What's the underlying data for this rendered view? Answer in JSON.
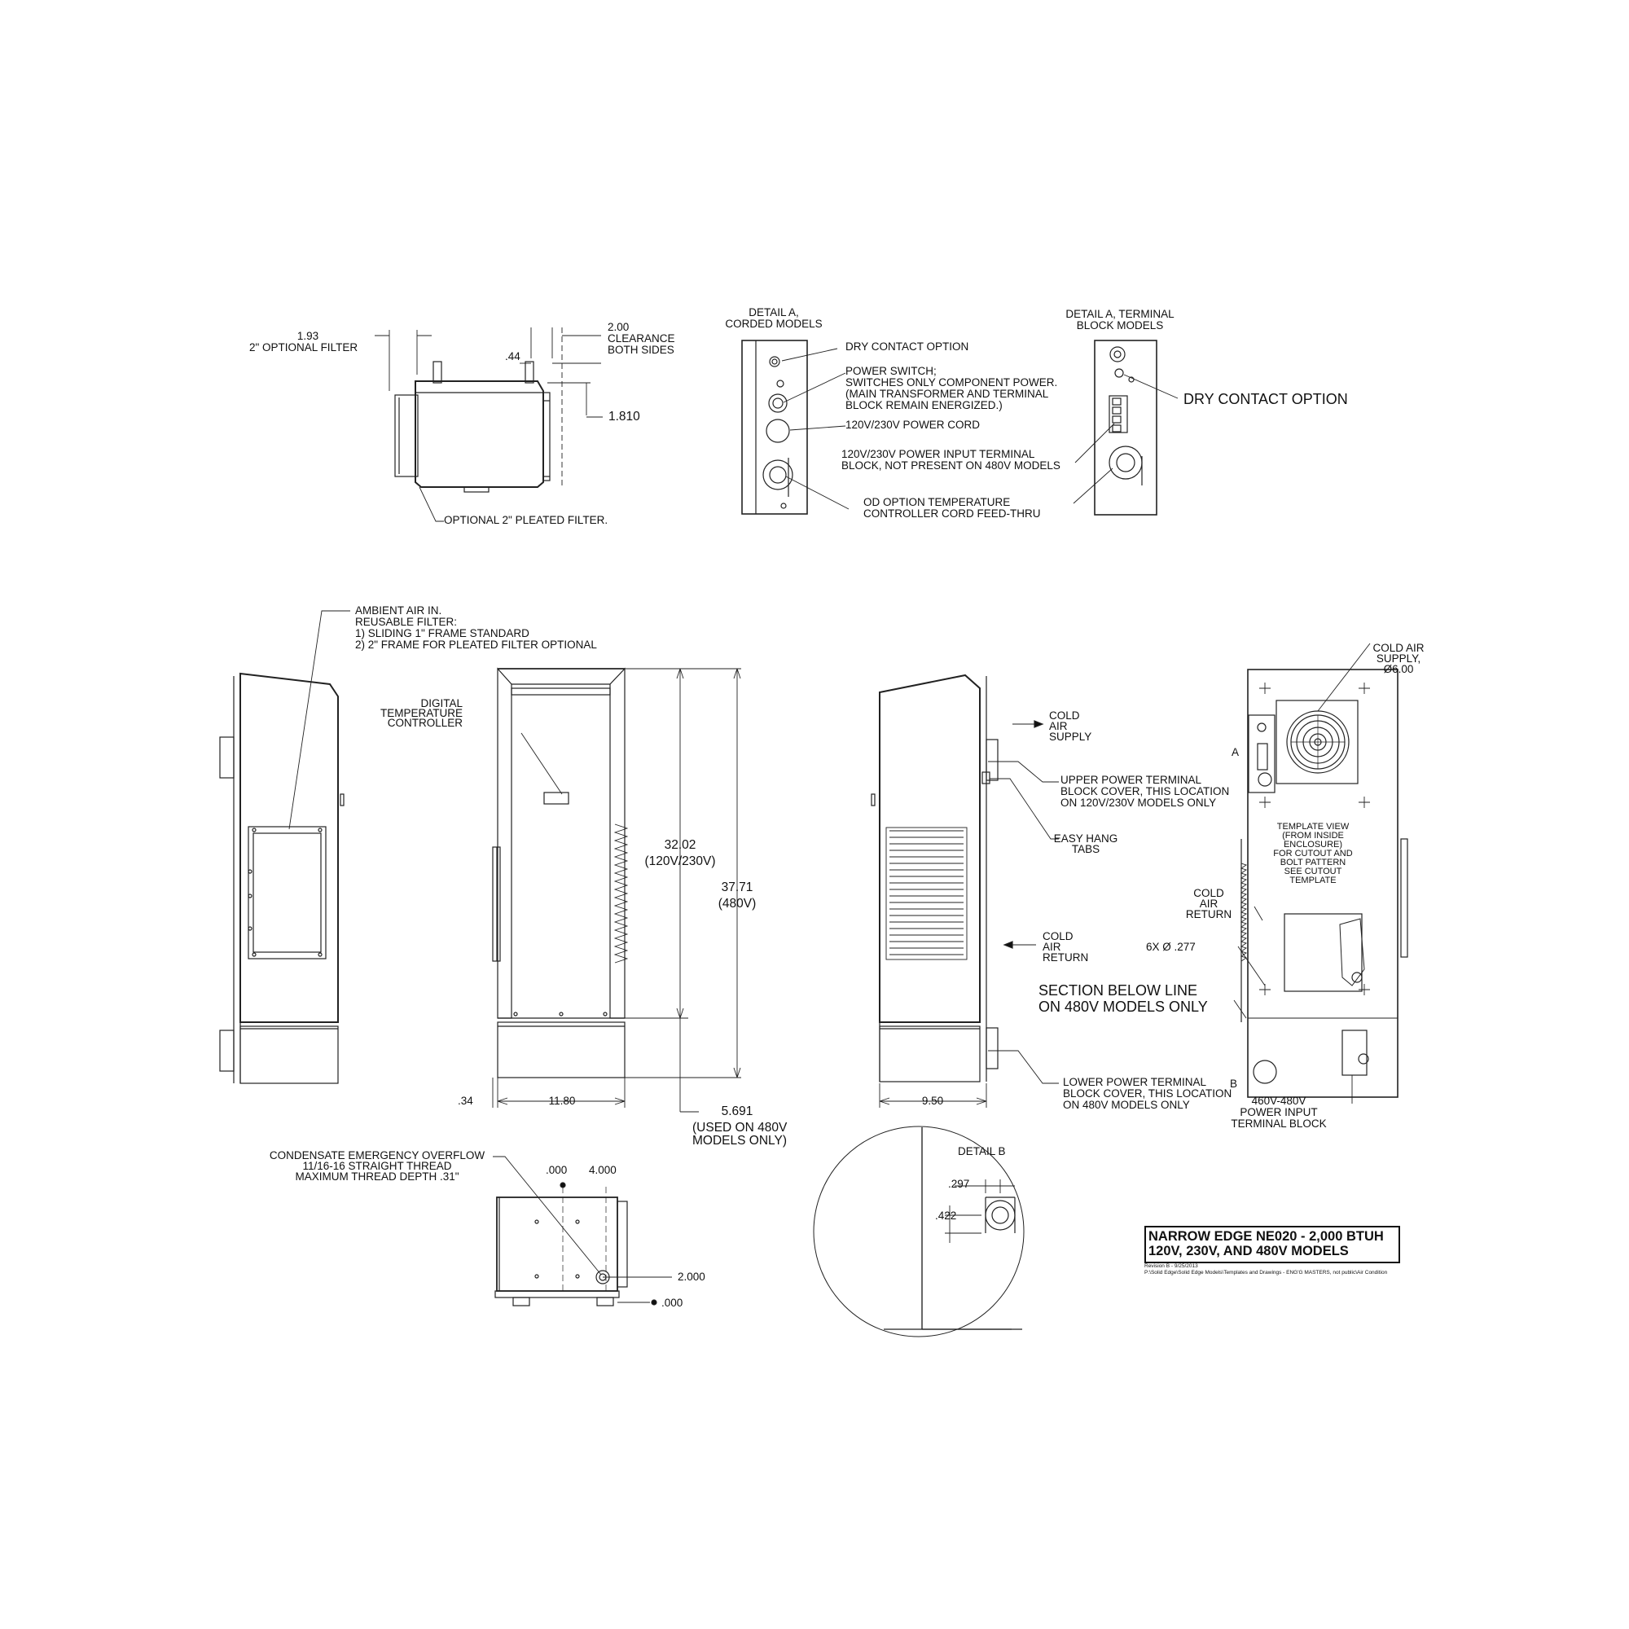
{
  "title_block": {
    "title_line1": "NARROW EDGE NE020 - 2,000 BTUH",
    "title_line2": "120V, 230V, AND 480V MODELS",
    "revision": "Revision B - 9/25/2013",
    "path": "P:\\Solid Edge\\Solid Edge Models\\Templates and Drawings - ENG'G MASTERS, not public\\Air Condition"
  },
  "top_view": {
    "filter_dim": "1.93",
    "filter_label": "2\" OPTIONAL FILTER",
    "clearance_dim": "2.00",
    "clearance_label_1": "CLEARANCE",
    "clearance_label_2": "BOTH SIDES",
    "dim_44": ".44",
    "dim_1810": "1.810",
    "pleated_filter": "OPTIONAL 2\" PLEATED FILTER."
  },
  "detail_a_corded": {
    "heading_1": "DETAIL A,",
    "heading_2": "CORDED MODELS",
    "dry_contact": "DRY CONTACT OPTION",
    "power_switch_1": "POWER SWITCH;",
    "power_switch_2": "SWITCHES ONLY COMPONENT POWER.",
    "power_switch_3": "(MAIN TRANSFORMER AND TERMINAL",
    "power_switch_4": "BLOCK REMAIN ENERGIZED.)",
    "power_cord": "120V/230V POWER CORD",
    "terminal_1": "120V/230V POWER INPUT TERMINAL",
    "terminal_2": "BLOCK, NOT PRESENT ON 480V MODELS",
    "od_option_1": "OD OPTION TEMPERATURE",
    "od_option_2": "CONTROLLER CORD FEED-THRU"
  },
  "detail_a_terminal": {
    "heading_1": "DETAIL A, TERMINAL",
    "heading_2": "BLOCK MODELS",
    "dry_contact": "DRY CONTACT OPTION"
  },
  "side_view": {
    "ambient_1": "AMBIENT AIR IN.",
    "ambient_2": "REUSABLE FILTER:",
    "ambient_3": "1) SLIDING 1\" FRAME STANDARD",
    "ambient_4": "2) 2\" FRAME FOR PLEATED FILTER OPTIONAL"
  },
  "front_view": {
    "controller_1": "DIGITAL",
    "controller_2": "TEMPERATURE",
    "controller_3": "CONTROLLER",
    "dim_3202": "32.02",
    "dim_3202_sub": "(120V/230V)",
    "dim_3771": "37.71",
    "dim_3771_sub": "(480V)",
    "dim_34": ".34",
    "dim_1180": "11.80",
    "dim_5691": "5.691",
    "dim_5691_sub_1": "(USED ON 480V",
    "dim_5691_sub_2": "MODELS ONLY)"
  },
  "right_side_view": {
    "cold_supply_1": "COLD",
    "cold_supply_2": "AIR",
    "cold_supply_3": "SUPPLY",
    "upper_cover_1": "UPPER POWER TERMINAL",
    "upper_cover_2": "BLOCK COVER, THIS LOCATION",
    "upper_cover_3": "ON 120V/230V MODELS ONLY",
    "easy_hang_1": "EASY HANG",
    "easy_hang_2": "TABS",
    "cold_return_1": "COLD",
    "cold_return_2": "AIR",
    "cold_return_3": "RETURN",
    "lower_cover_1": "LOWER POWER TERMINAL",
    "lower_cover_2": "BLOCK COVER, THIS LOCATION",
    "lower_cover_3": "ON 480V MODELS ONLY",
    "dim_950": "9.50"
  },
  "template_view": {
    "supply_1": "COLD AIR",
    "supply_2": "SUPPLY,",
    "supply_3": "Ø6.00",
    "label_a": "A",
    "template_1": "TEMPLATE VIEW",
    "template_2": "(FROM INSIDE",
    "template_3": "ENCLOSURE)",
    "template_4": "FOR CUTOUT AND",
    "template_5": "BOLT PATTERN",
    "template_6": "SEE CUTOUT",
    "template_7": "TEMPLATE",
    "return_1": "COLD",
    "return_2": "AIR",
    "return_3": "RETURN",
    "holes": "6X  Ø  .277",
    "section_1": "SECTION BELOW LINE",
    "section_2": "ON 480V MODELS ONLY",
    "label_b": "B",
    "power_1": "460V-480V",
    "power_2": "POWER INPUT",
    "power_3": "TERMINAL BLOCK"
  },
  "bottom_view": {
    "overflow_1": "CONDENSATE EMERGENCY OVERFLOW",
    "overflow_2": "11/16-16 STRAIGHT THREAD",
    "overflow_3": "MAXIMUM THREAD DEPTH .31\"",
    "dim_000_top": ".000",
    "dim_4000": "4.000",
    "dim_2000": "2.000",
    "dim_000_right": ".000"
  },
  "detail_b": {
    "heading": "DETAIL B",
    "dim_297": ".297",
    "dim_422": ".422"
  }
}
